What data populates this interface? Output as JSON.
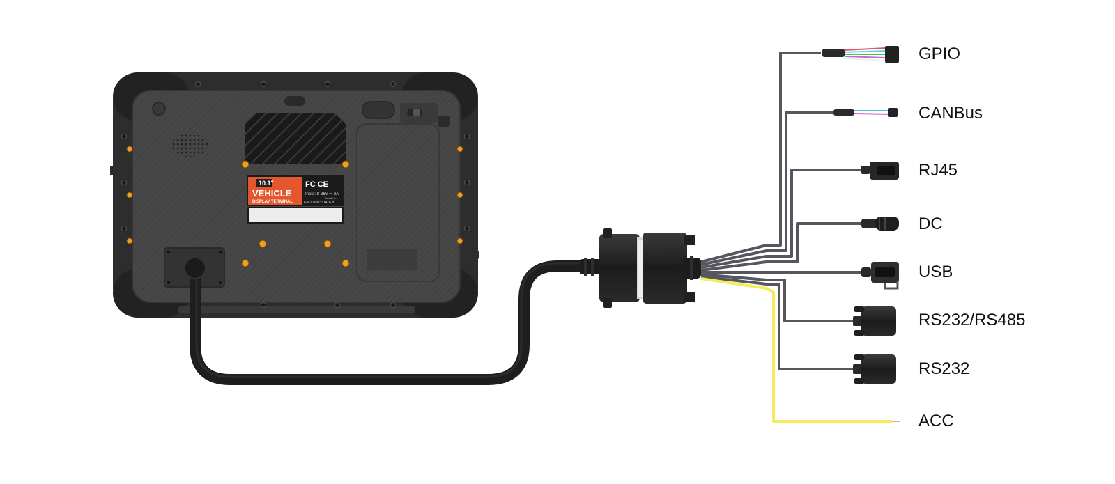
{
  "device": {
    "label": {
      "size": "10.1\"",
      "name": "VEHICLE",
      "subtitle": "DISPLAY TERMINAL",
      "certs": "FC CE",
      "input": "Input: 8-36V ⎓ 3A",
      "serial_caption": "Serial No.",
      "serial": "EN 20200331416.8"
    }
  },
  "colors": {
    "device_body": "#4a4a4a",
    "bumper": "#2b2b2b",
    "screw_accent": "#f0a020",
    "label_orange": "#e4572e",
    "cable": "#1e1e1e",
    "lead_wire": "#55565e",
    "acc_wire": "#f4ec5a"
  },
  "ports": [
    {
      "key": "gpio",
      "label": "GPIO",
      "icon": "gpio-terminal-connector"
    },
    {
      "key": "canbus",
      "label": "CANBus",
      "icon": "canbus-pin-connector"
    },
    {
      "key": "rj45",
      "label": "RJ45",
      "icon": "rj45-female-connector"
    },
    {
      "key": "dc",
      "label": "DC",
      "icon": "dc-barrel-connector"
    },
    {
      "key": "usb",
      "label": "USB",
      "icon": "usb-female-connector"
    },
    {
      "key": "rs232_rs485",
      "label": "RS232/RS485",
      "icon": "db9-serial-connector"
    },
    {
      "key": "rs232",
      "label": "RS232",
      "icon": "db9-serial-connector"
    },
    {
      "key": "acc",
      "label": "ACC",
      "icon": "bare-wire-end"
    }
  ]
}
